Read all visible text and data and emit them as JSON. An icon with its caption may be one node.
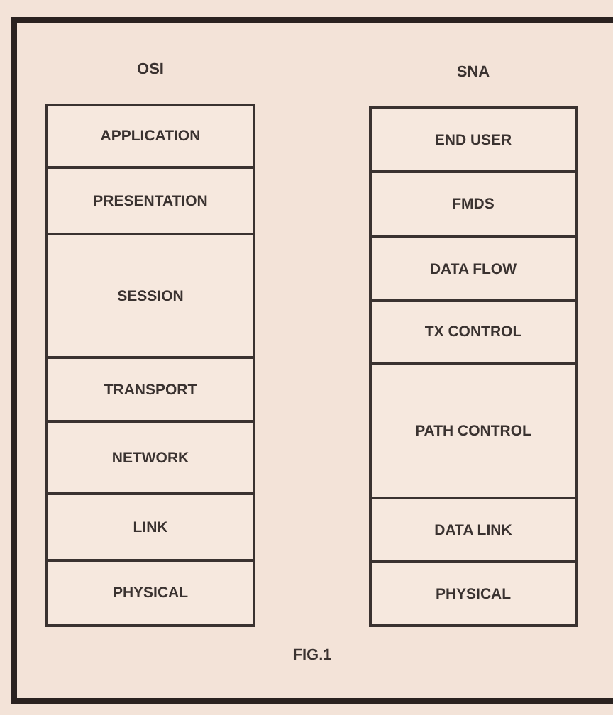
{
  "diagram": {
    "caption": "FIG.1",
    "nodes": [
      {
        "text": [
          "OSI"
        ]
      },
      {
        "text": [
          "APPLICATION"
        ],
        "in": 0
      },
      {
        "text": [
          "PRESENTATION"
        ],
        "in": 0
      },
      {
        "text": [
          "SESSION"
        ],
        "in": 0
      },
      {
        "text": [
          "TRANSPORT"
        ],
        "in": 0
      },
      {
        "text": [
          "NETWORK"
        ],
        "in": 0
      },
      {
        "text": [
          "LINK"
        ],
        "in": 0
      },
      {
        "text": [
          "PHYSICAL"
        ],
        "in": 0
      },
      {
        "text": [
          "SNA"
        ]
      },
      {
        "text": [
          "END USER"
        ],
        "in": 8
      },
      {
        "text": [
          "FMDS"
        ],
        "in": 8
      },
      {
        "text": [
          "DATA FLOW"
        ],
        "in": 8
      },
      {
        "text": [
          "TX CONTROL"
        ],
        "in": 8
      },
      {
        "text": [
          "PATH CONTROL"
        ],
        "in": 8
      },
      {
        "text": [
          "DATA LINK"
        ],
        "in": 8
      },
      {
        "text": [
          "PHYSICAL"
        ],
        "in": 8
      }
    ],
    "edges": []
  }
}
